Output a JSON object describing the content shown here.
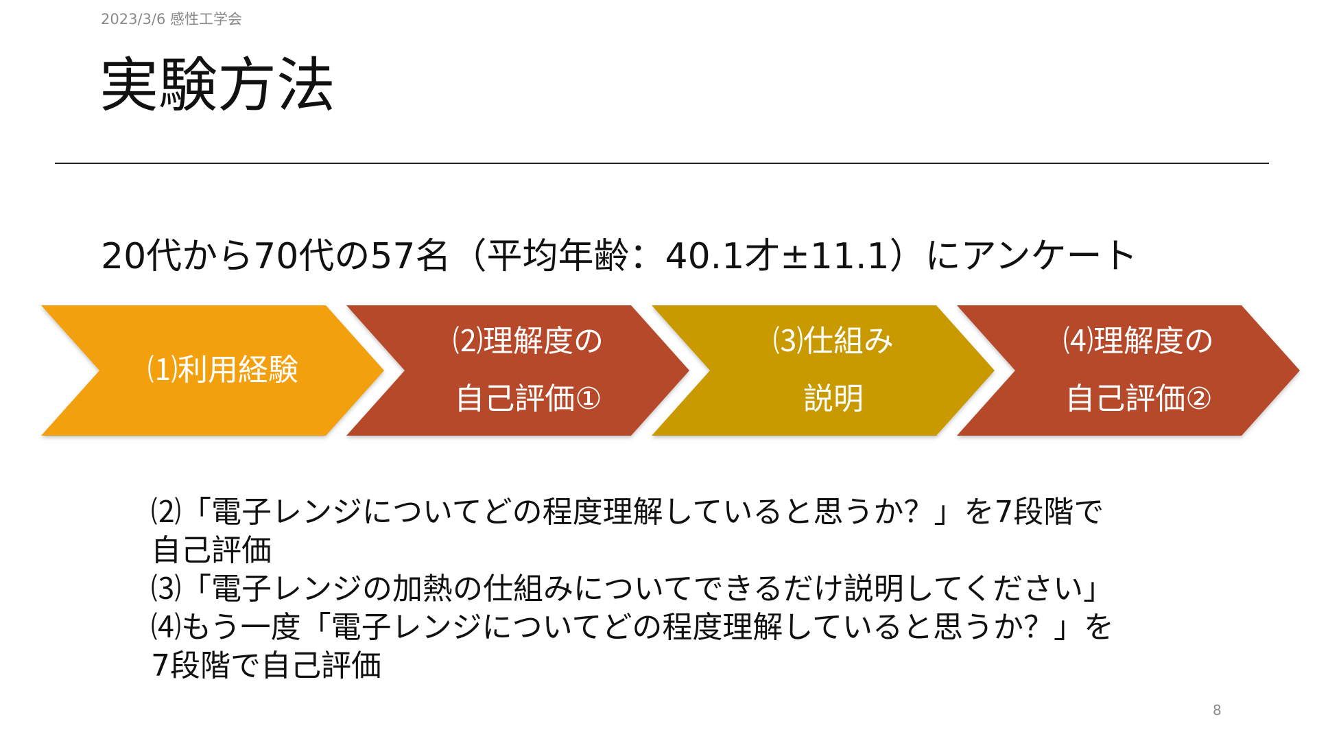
{
  "header": {
    "date_event": "2023/3/6 感性工学会"
  },
  "slide": {
    "title": "実験方法",
    "subtitle": "20代から70代の57名（平均年齢：40.1才±11.1）にアンケート",
    "steps": [
      {
        "line1": "⑴利用経験",
        "line2": "",
        "color": "#F2A007"
      },
      {
        "line1": "⑵理解度の",
        "line2": "自己評価①",
        "color": "#B5492A"
      },
      {
        "line1": "⑶仕組み",
        "line2": "説明",
        "color": "#C99A06"
      },
      {
        "line1": "⑷理解度の",
        "line2": "自己評価②",
        "color": "#B5492A"
      }
    ],
    "notes": [
      {
        "line1": "⑵「電子レンジについてどの程度理解していると思うか？」を7段階で",
        "line2": "自己評価"
      },
      {
        "line1": "⑶「電子レンジの加熱の仕組みについてできるだけ説明してください」",
        "line2": ""
      },
      {
        "line1": "⑷もう一度「電子レンジについてどの程度理解していると思うか？」を",
        "line2": "7段階で自己評価"
      }
    ],
    "page_number": "8"
  }
}
